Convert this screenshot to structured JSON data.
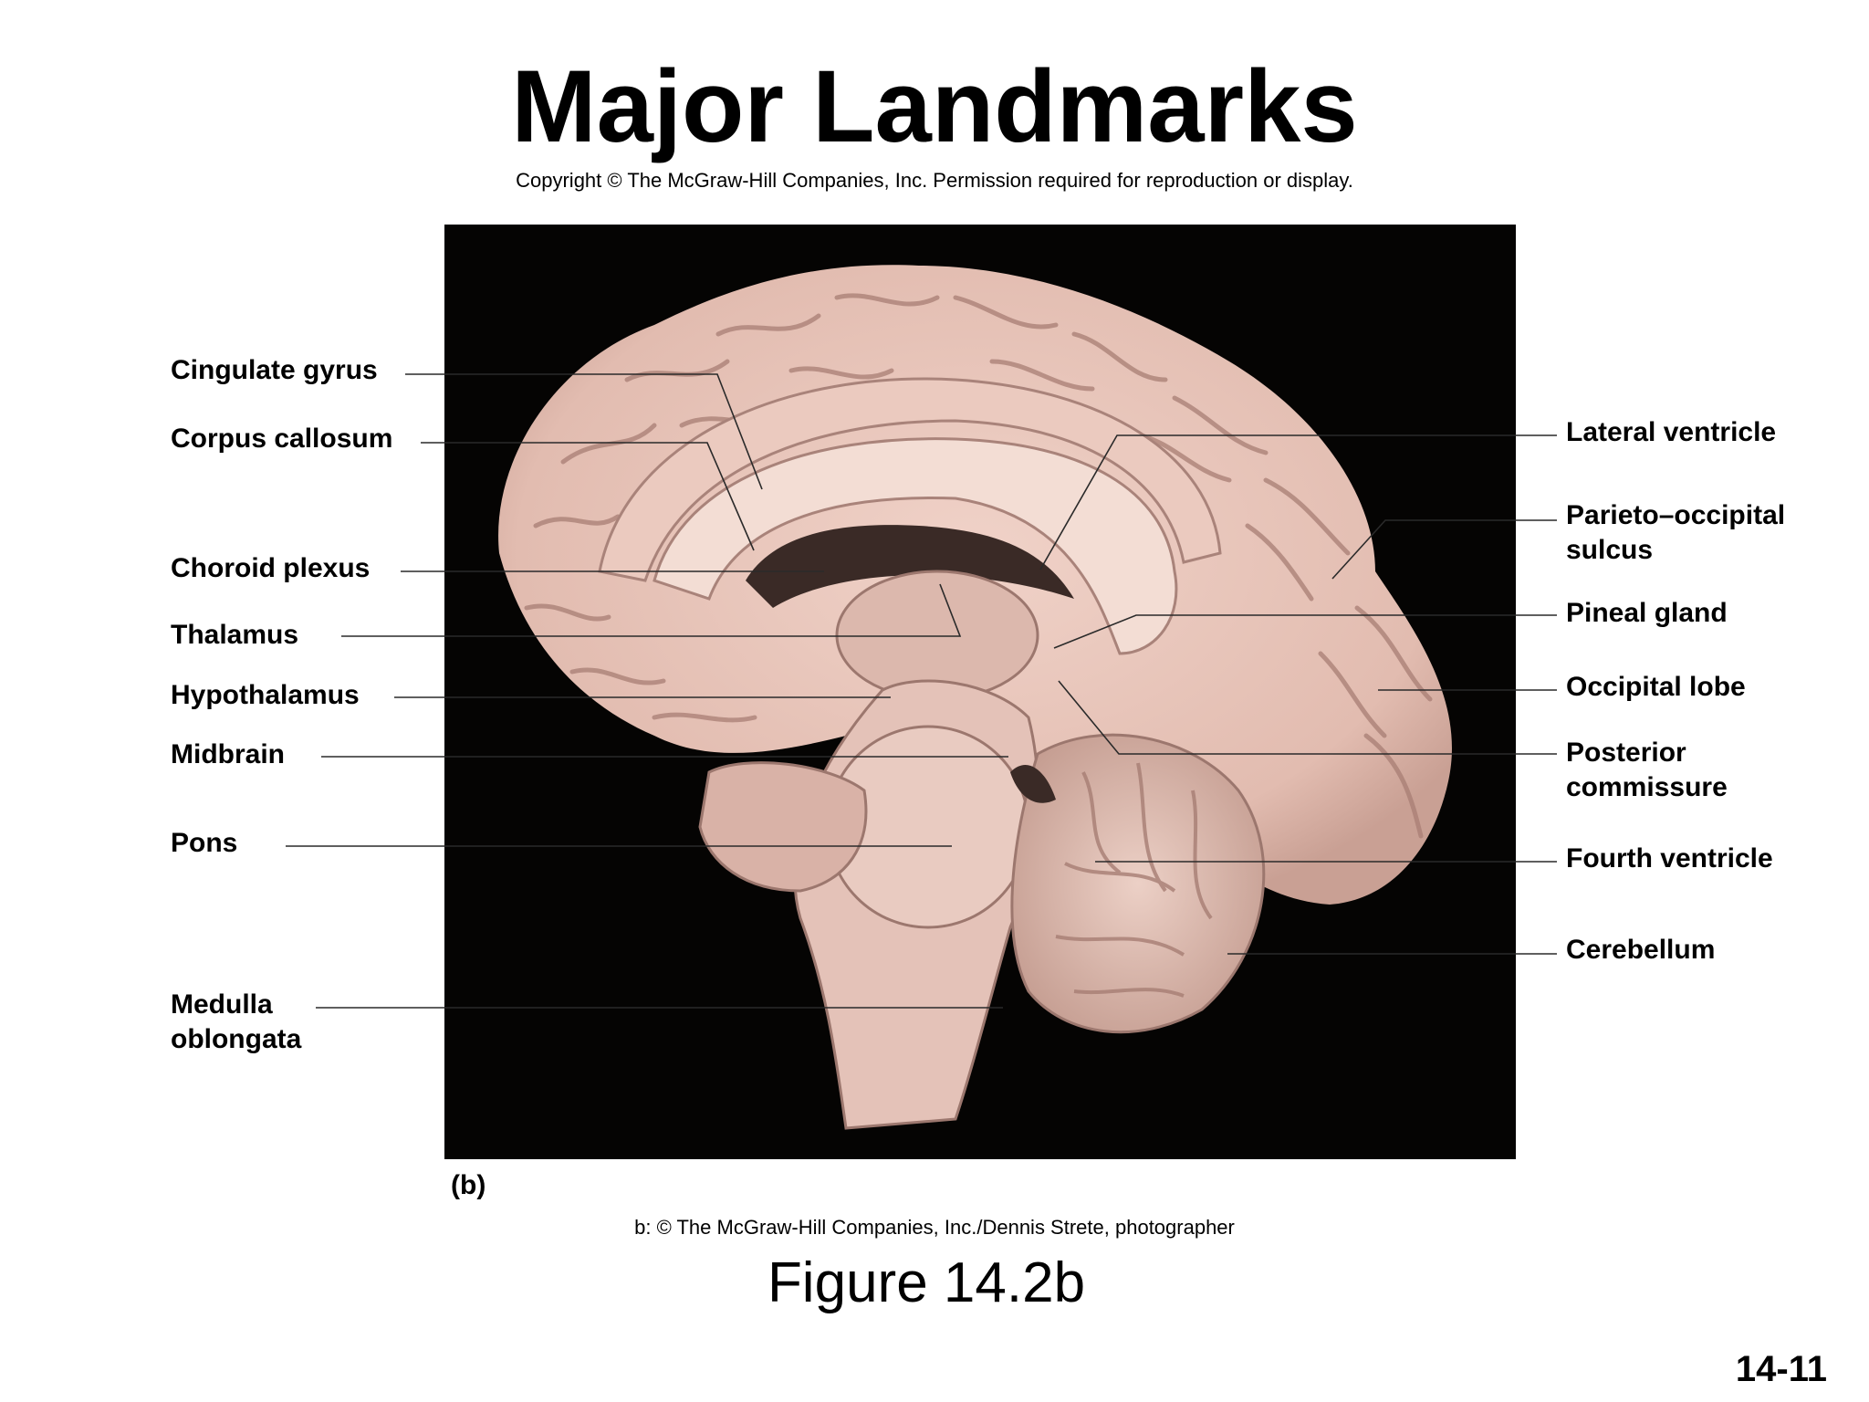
{
  "title": "Major Landmarks",
  "copyright": "Copyright © The McGraw-Hill Companies, Inc. Permission required for reproduction or display.",
  "labels_left": {
    "cingulate_gyrus": "Cingulate gyrus",
    "corpus_callosum": "Corpus callosum",
    "choroid_plexus": "Choroid plexus",
    "thalamus": "Thalamus",
    "hypothalamus": "Hypothalamus",
    "midbrain": "Midbrain",
    "pons": "Pons",
    "medulla_oblongata": "Medulla\noblongata"
  },
  "labels_right": {
    "lateral_ventricle": "Lateral ventricle",
    "parieto_occipital_sulcus": "Parieto–occipital\nsulcus",
    "pineal_gland": "Pineal gland",
    "occipital_lobe": "Occipital lobe",
    "posterior_commissure": "Posterior\ncommissure",
    "fourth_ventricle": "Fourth ventricle",
    "cerebellum": "Cerebellum"
  },
  "panel_letter": "(b)",
  "photo_credit": "b: © The McGraw-Hill Companies, Inc./Dennis Strete, photographer",
  "figure_number": "Figure 14.2b",
  "page_number": "14-11",
  "colors": {
    "photo_background": "#050403",
    "brain_tissue": "#e8c6bc",
    "tissue_shadow": "#b08a82",
    "leader_line": "#2a2a2a"
  }
}
